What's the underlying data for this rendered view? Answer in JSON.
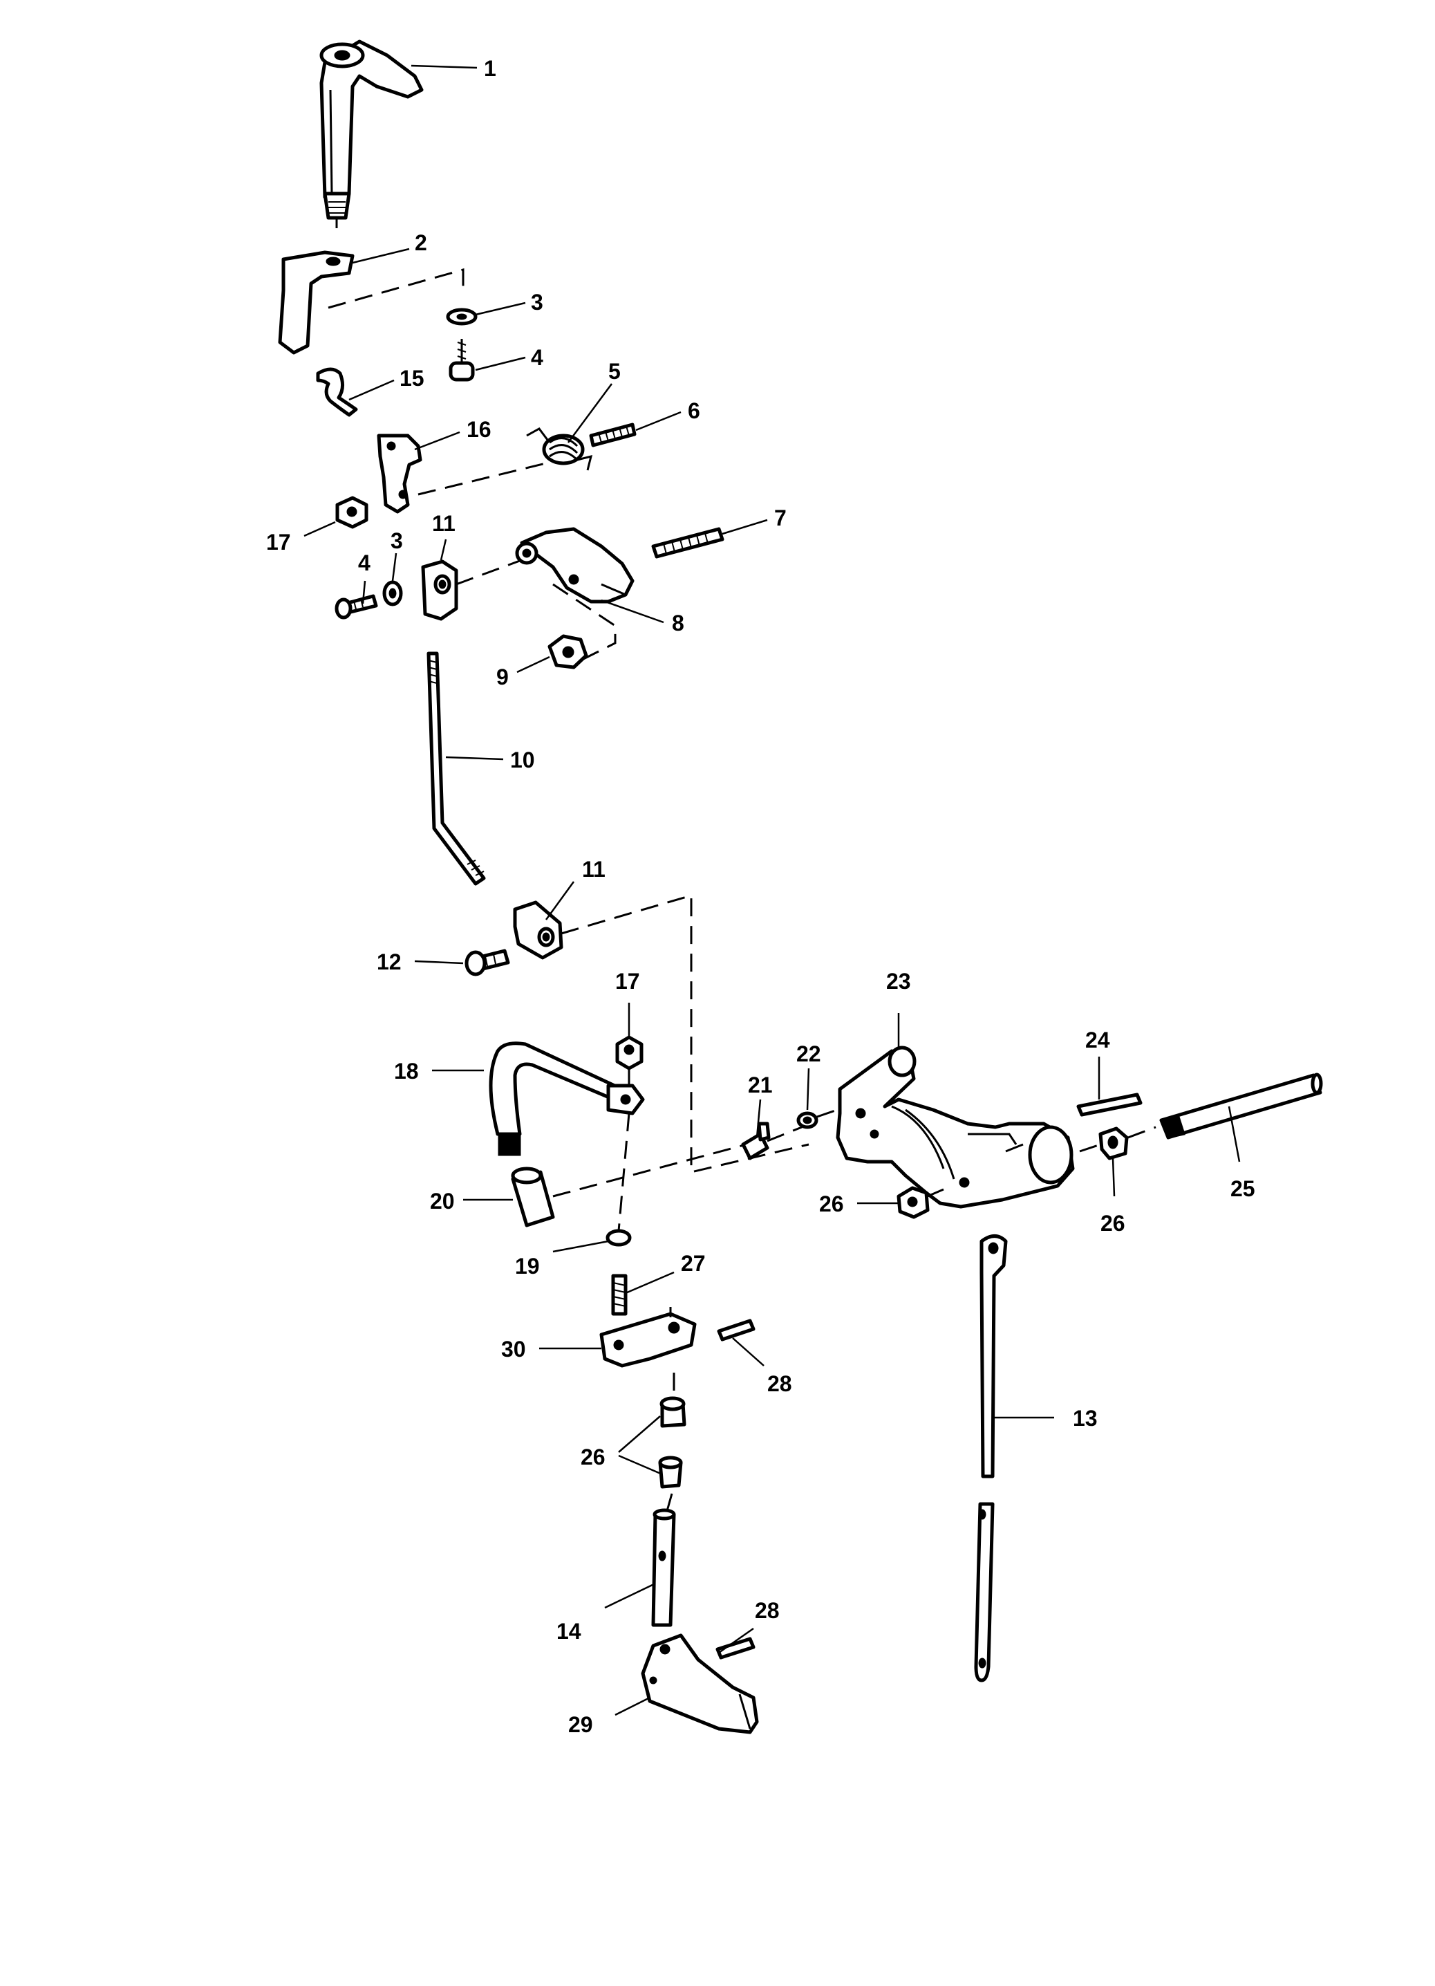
{
  "callouts": {
    "c1": "1",
    "c2": "2",
    "c3a": "3",
    "c4a": "4",
    "c5": "5",
    "c6": "6",
    "c7": "7",
    "c8": "8",
    "c9": "9",
    "c10": "10",
    "c11a": "11",
    "c11b": "11",
    "c12": "12",
    "c13": "13",
    "c14": "14",
    "c15": "15",
    "c16": "16",
    "c17a": "17",
    "c17b": "17",
    "c18": "18",
    "c19": "19",
    "c20": "20",
    "c21": "21",
    "c22": "22",
    "c23": "23",
    "c24": "24",
    "c25": "25",
    "c26a": "26",
    "c26b": "26",
    "c26c": "26",
    "c27": "27",
    "c28a": "28",
    "c28b": "28",
    "c29": "29",
    "c30": "30",
    "c3b": "3",
    "c4b": "4"
  }
}
